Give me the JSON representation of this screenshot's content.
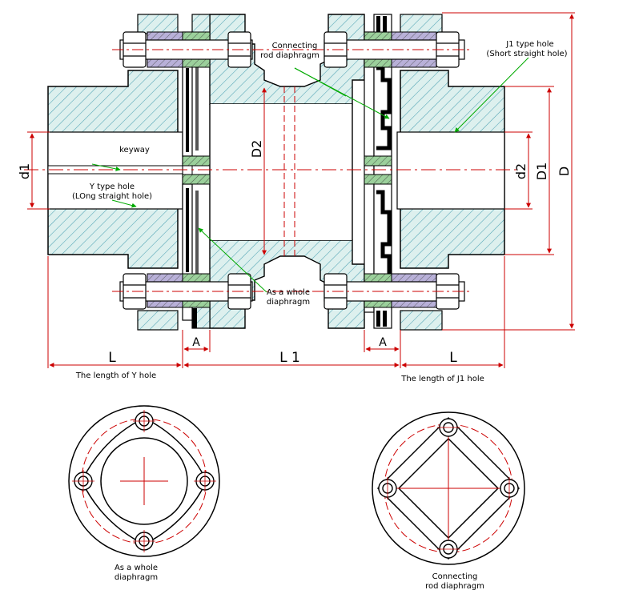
{
  "labels": {
    "connecting_rod_line1": "Connecting",
    "connecting_rod_line2": "rod diaphragm",
    "j1_line1": "J1 type hole",
    "j1_line2": "(Short straight hole)",
    "keyway": "keyway",
    "y_line1": "Y type hole",
    "y_line2": "(LOng straight hole)",
    "whole_line1": "As a whole",
    "whole_line2": "diaphragm",
    "length_y": "The length of Y hole",
    "length_j1": "The length of J1 hole",
    "bottom_whole_line1": "As a whole",
    "bottom_whole_line2": "diaphragm",
    "bottom_conn_line1": "Connecting",
    "bottom_conn_line2": "rod diaphragm"
  },
  "dimensions": {
    "d1": "d1",
    "d2_small": "d2",
    "D1": "D1",
    "D2": "D2",
    "D": "D",
    "L_left": "L",
    "L1": "L 1",
    "L_right": "L",
    "A_left": "A",
    "A_right": "A"
  },
  "colors": {
    "fill": "#ddf0ee",
    "hatch": "#4fa3b4",
    "outline": "#000000",
    "dimension": "#cc0000",
    "centerline": "#cc0000",
    "leader": "#00aa00",
    "purple": "#b8b0d8",
    "green_washer": "#9bd09b"
  }
}
